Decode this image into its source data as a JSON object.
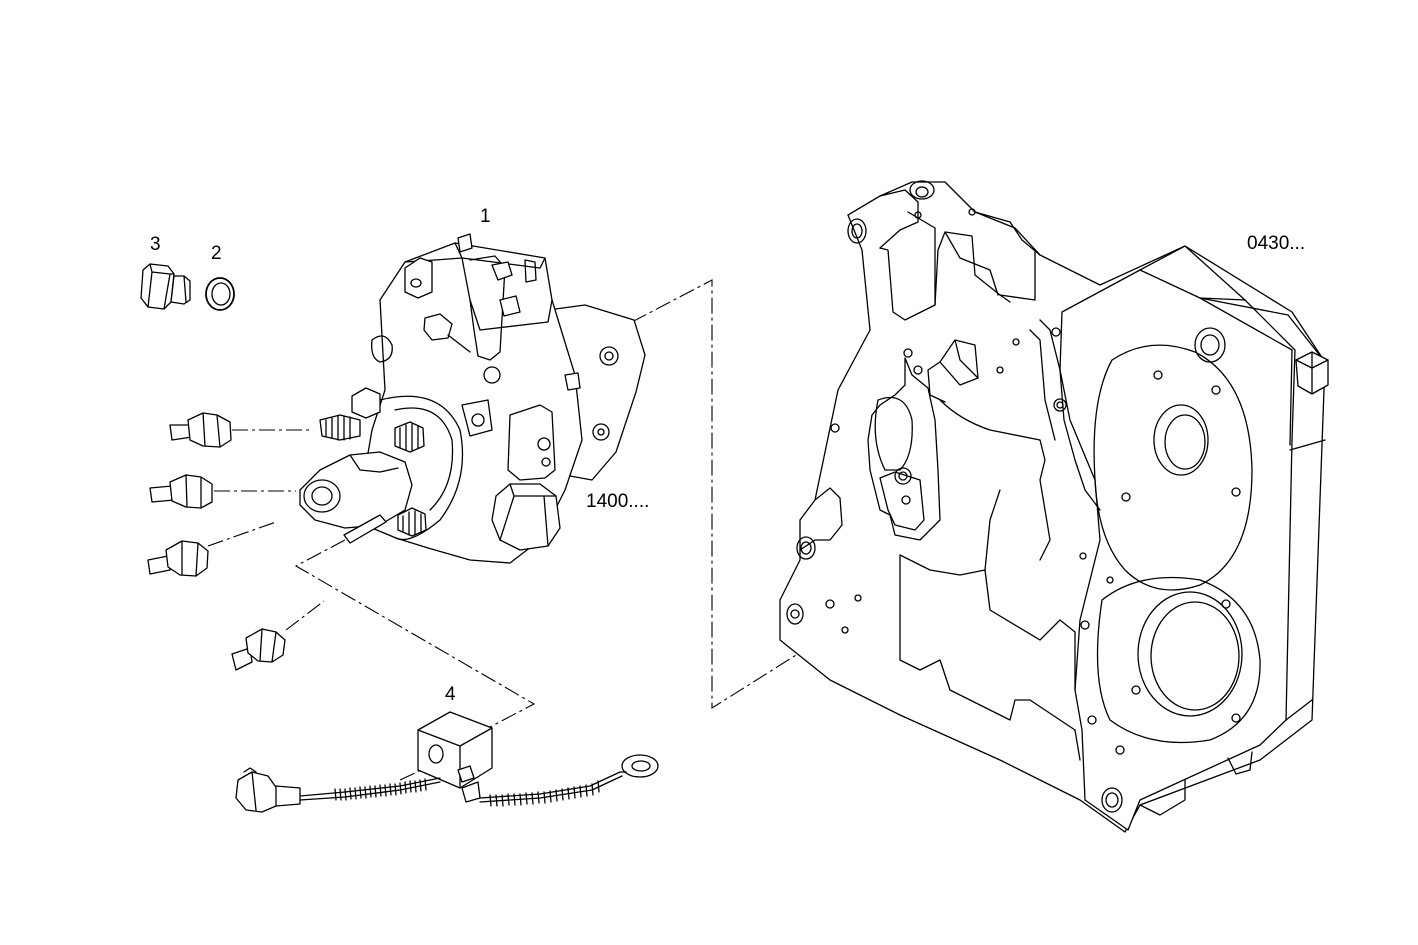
{
  "callouts": {
    "part_1": "1",
    "part_2": "2",
    "part_3": "3",
    "part_4": "4",
    "ref_pump_group": "1400....",
    "ref_housing_group": "0430..."
  }
}
